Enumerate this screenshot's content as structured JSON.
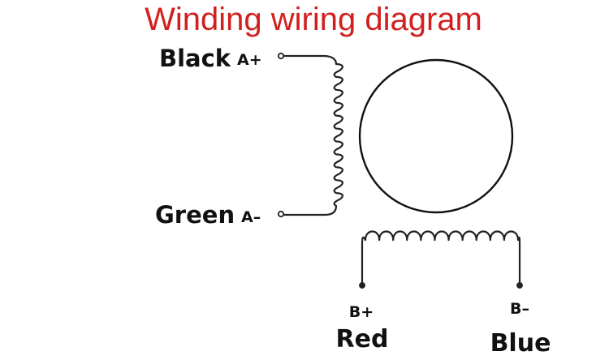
{
  "title": "Winding wiring diagram",
  "colors": {
    "title": "#d0201f",
    "text": "#111111",
    "line": "#222222"
  },
  "coil_a": {
    "top": {
      "wire_color": "Black",
      "pin": "A+"
    },
    "bottom": {
      "wire_color": "Green",
      "pin": "A–"
    }
  },
  "coil_b": {
    "left": {
      "pin": "B+",
      "wire_color": "Red"
    },
    "right": {
      "pin": "B–",
      "wire_color": "Blue"
    }
  }
}
